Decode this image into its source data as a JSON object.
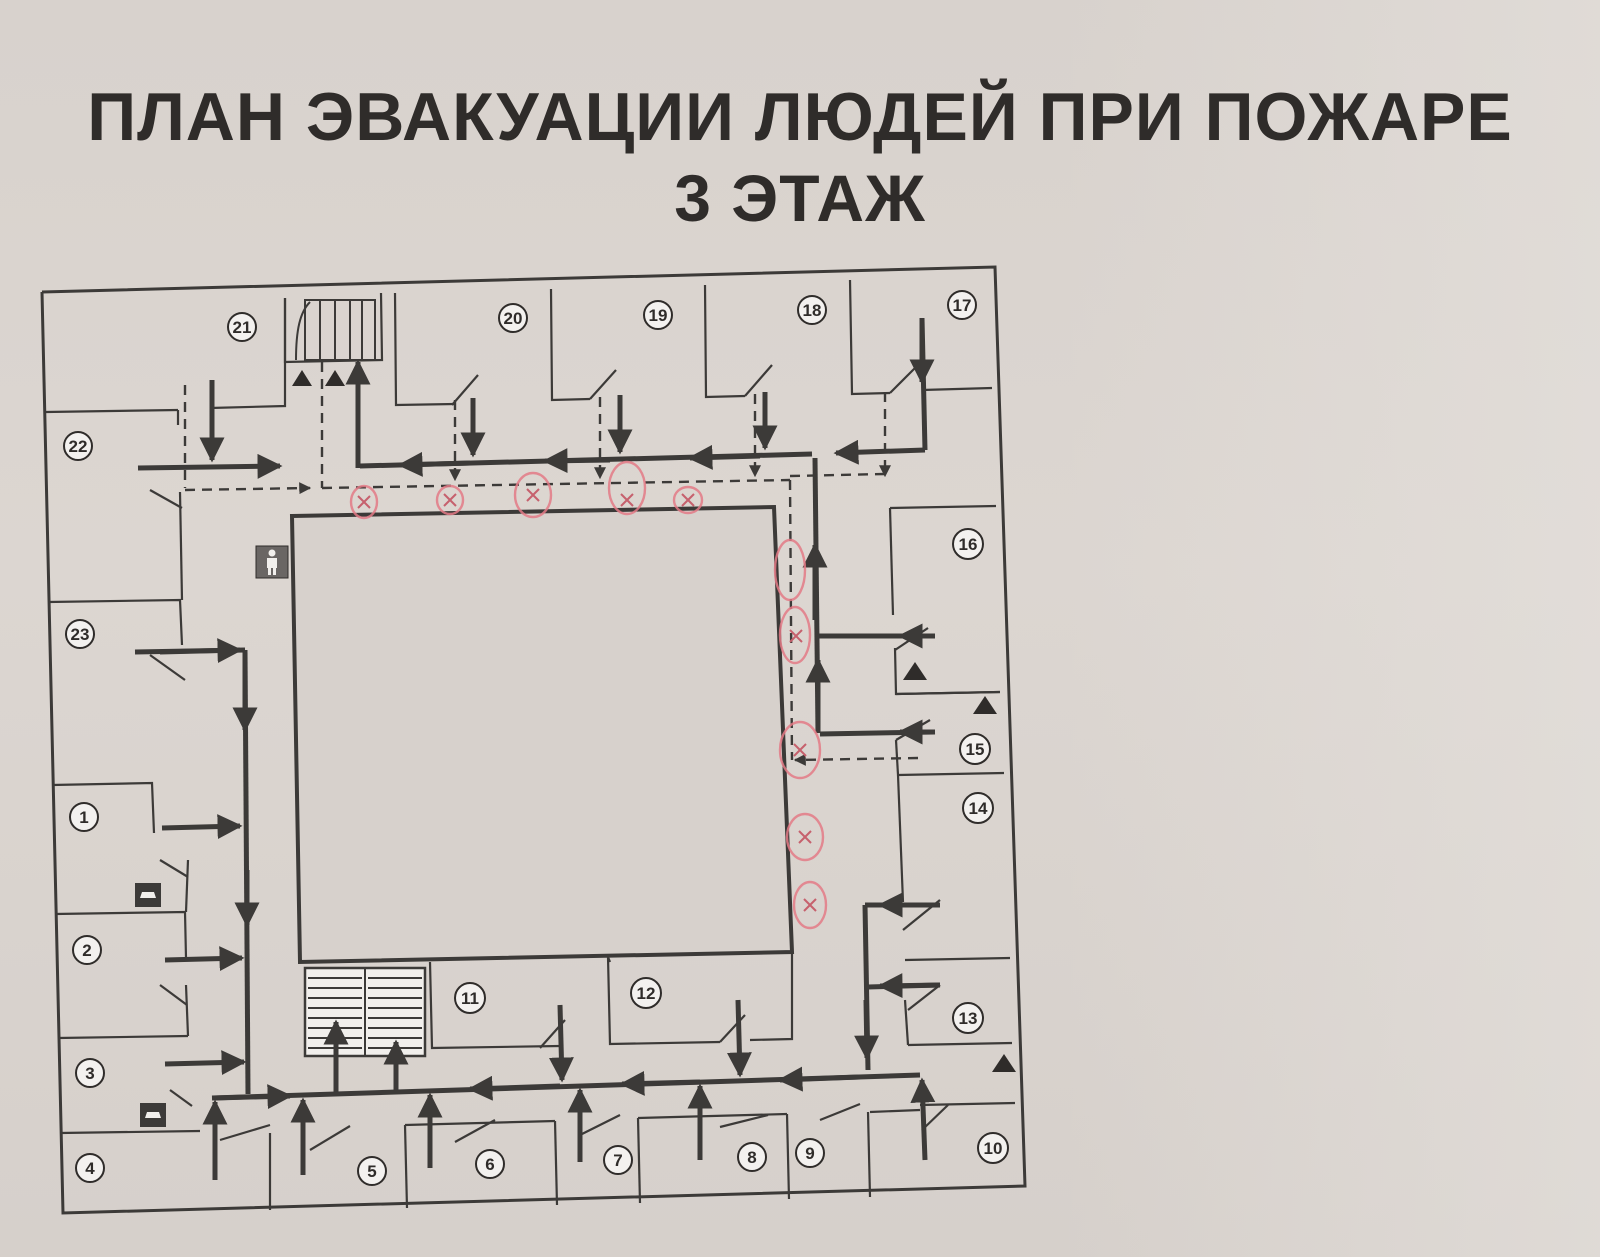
{
  "title": {
    "line1": "ПЛАН ЭВАКУАЦИИ ЛЮДЕЙ ПРИ ПОЖАРЕ",
    "line2": "3 ЭТАЖ"
  },
  "rooms": [
    "1",
    "2",
    "3",
    "4",
    "5",
    "6",
    "7",
    "8",
    "9",
    "10",
    "11",
    "12",
    "13",
    "14",
    "15",
    "16",
    "17",
    "18",
    "19",
    "20",
    "21",
    "22",
    "23"
  ],
  "colors": {
    "walls": "#3c3a38",
    "paper": "#dcd6d1",
    "pen_marks": "#e37a86"
  },
  "icons": [
    "person-icon",
    "phone-icon",
    "phone-icon",
    "fire-extinguisher-triangle-icon",
    "evacuation-arrow-icon",
    "stairs-icon"
  ]
}
